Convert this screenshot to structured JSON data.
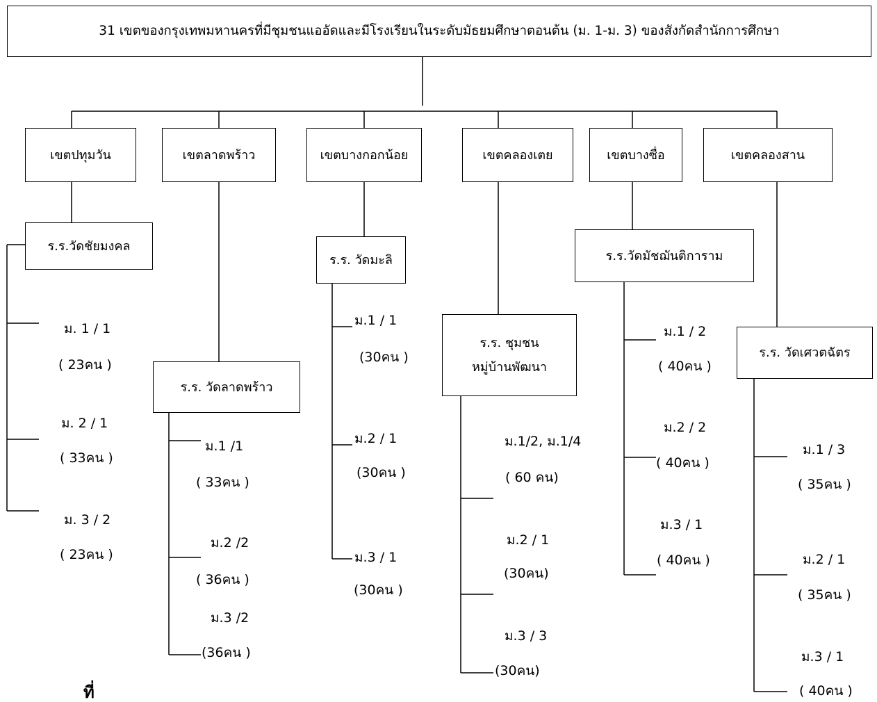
{
  "root": "31 เขตของกรุงเทพมหานครที่มีชุมชนแออัดและมีโรงเรียนในระดับมัธยมศึกษาตอนต้น (ม. 1-ม. 3) ของสังกัดสำนักการศึกษา",
  "districts": [
    {
      "name": "เขตปทุมวัน",
      "school": "ร.ร.วัดชัยมงคล",
      "classes": [
        {
          "label": "ม. 1 /  1",
          "count": "( 23คน )"
        },
        {
          "label": "ม. 2 / 1",
          "count": "( 33คน )"
        },
        {
          "label": "ม. 3 / 2",
          "count": "( 23คน )"
        }
      ]
    },
    {
      "name": "เขตลาดพร้าว",
      "school": "ร.ร. วัดลาดพร้าว",
      "classes": [
        {
          "label": "ม.1 /1",
          "count": "( 33คน )"
        },
        {
          "label": "ม.2 /2",
          "count": "( 36คน )"
        },
        {
          "label": "ม.3 /2",
          "count": "(36คน )"
        }
      ]
    },
    {
      "name": "เขตบางกอกน้อย",
      "school": "ร.ร. วัดมะลิ",
      "classes": [
        {
          "label": "ม.1 / 1",
          "count": "(30คน )"
        },
        {
          "label": "ม.2 / 1",
          "count": "(30คน )"
        },
        {
          "label": "ม.3 / 1",
          "count": "(30คน )"
        }
      ]
    },
    {
      "name": "เขตคลองเตย",
      "school_line1": "ร.ร. ชุมชน",
      "school_line2": "หมู่บ้านพัฒนา",
      "classes": [
        {
          "label": "ม.1/2, ม.1/4",
          "count": "( 60 คน)"
        },
        {
          "label": "ม.2 / 1",
          "count": "(30คน)"
        },
        {
          "label": "ม.3 / 3",
          "count": "(30คน)"
        }
      ]
    },
    {
      "name": "เขตบางซื่อ",
      "school": "ร.ร.วัดมัชฌันติการาม",
      "classes": [
        {
          "label": "ม.1 / 2",
          "count": "( 40คน )"
        },
        {
          "label": "ม.2 / 2",
          "count": "( 40คน )"
        },
        {
          "label": "ม.3 / 1",
          "count": "( 40คน )"
        }
      ]
    },
    {
      "name": "เขตคลองสาน",
      "school": "ร.ร. วัดเศวตฉัตร",
      "classes": [
        {
          "label": "ม.1 / 3",
          "count": "( 35คน )"
        },
        {
          "label": "ม.2 / 1",
          "count": "( 35คน )"
        },
        {
          "label": "ม.3 / 1",
          "count": "( 40คน )"
        }
      ]
    }
  ],
  "caption_fragment": "ที่"
}
